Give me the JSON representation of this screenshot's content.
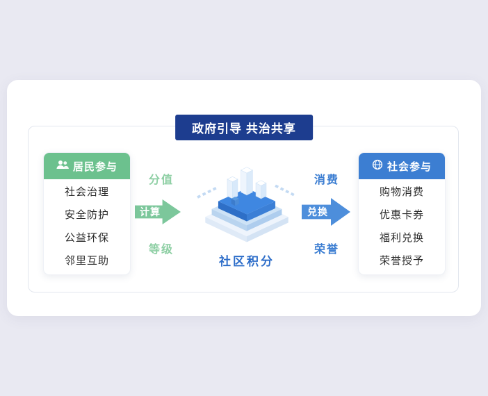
{
  "badge": {
    "title": "政府引导 共治共享"
  },
  "left_panel": {
    "title": "居民参与",
    "icon": "people-icon",
    "items": [
      "社会治理",
      "安全防护",
      "公益环保",
      "邻里互助"
    ]
  },
  "right_panel": {
    "title": "社会参与",
    "icon": "globe-icon",
    "items": [
      "购物消费",
      "优惠卡券",
      "福利兑换",
      "荣誉授予"
    ]
  },
  "flow_left": {
    "top_label": "分值",
    "arrow_label": "计算",
    "bottom_label": "等级"
  },
  "flow_right": {
    "top_label": "消费",
    "arrow_label": "兑换",
    "bottom_label": "荣誉"
  },
  "center": {
    "caption": "社区积分"
  },
  "colors": {
    "badge_bg": "#1d3d8f",
    "green_header": "#6cc18e",
    "green_arrow": "#7cc79b",
    "green_label": "#8ecfa4",
    "blue_header": "#3c7ed2",
    "blue_arrow": "#4d8edb",
    "caption_blue": "#2e6ec9"
  }
}
